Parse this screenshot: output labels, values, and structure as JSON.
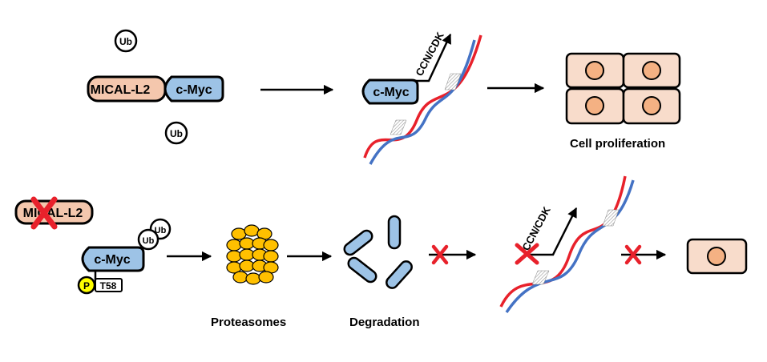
{
  "labels": {
    "ub": "Ub",
    "mical_l2": "MICAL-L2",
    "c_myc": "c-Myc",
    "ccn_cdk": "CCN/CDK",
    "phospho": "P",
    "t58": "T58",
    "cell_proliferation": "Cell proliferation",
    "proteasomes": "Proteasomes",
    "degradation": "Degradation"
  },
  "colors": {
    "mical_fill": "#f4c7ad",
    "myc_fill": "#9dc3e6",
    "cell_fill": "#f8dccb",
    "nucleus_fill": "#f4b183",
    "dna_red": "#e8212b",
    "dna_blue": "#4472c4",
    "proteasome_fill": "#ffc000",
    "phospho_fill": "#ffff00",
    "block_red": "#e8212b"
  }
}
